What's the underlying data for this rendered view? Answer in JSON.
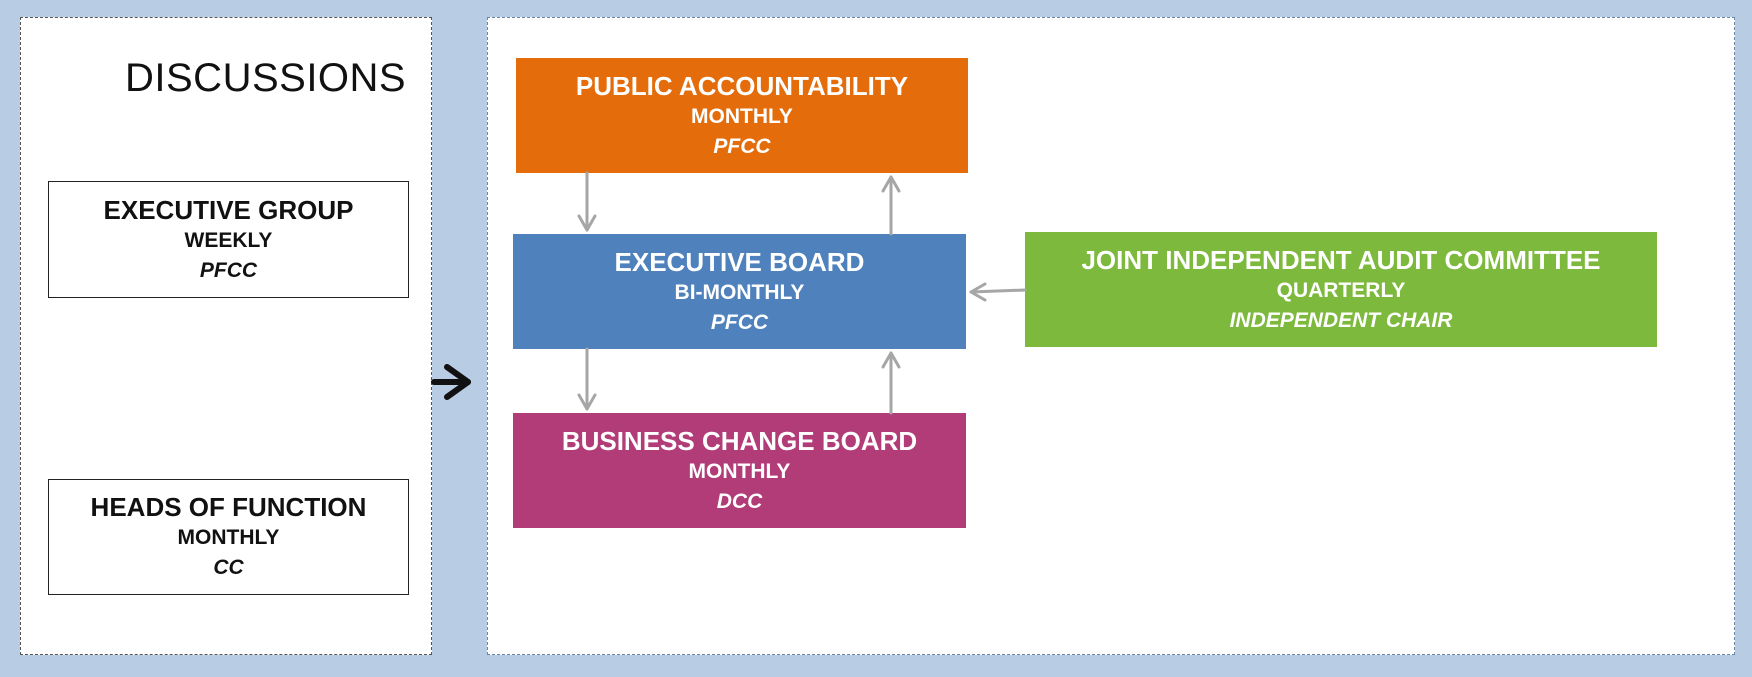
{
  "discussions": {
    "title": "DISCUSSIONS",
    "boxes": [
      {
        "title": "EXECUTIVE GROUP",
        "frequency": "WEEKLY",
        "chair": "PFCC"
      },
      {
        "title": "HEADS OF FUNCTION",
        "frequency": "MONTHLY",
        "chair": "CC"
      }
    ]
  },
  "boards": {
    "public_accountability": {
      "title": "PUBLIC ACCOUNTABILITY",
      "frequency": "MONTHLY",
      "chair": "PFCC",
      "color": "#e46c0a"
    },
    "executive_board": {
      "title": "EXECUTIVE BOARD",
      "frequency": "BI-MONTHLY",
      "chair": "PFCC",
      "color": "#4f81bd"
    },
    "business_change_board": {
      "title": "BUSINESS CHANGE BOARD",
      "frequency": "MONTHLY",
      "chair": "DCC",
      "color": "#b13c78"
    },
    "audit_committee": {
      "title": "JOINT INDEPENDENT AUDIT COMMITTEE",
      "frequency": "QUARTERLY",
      "chair": "INDEPENDENT CHAIR",
      "color": "#7cb93d"
    }
  },
  "colors": {
    "background": "#b8cce4",
    "connector": "#a6a6a6",
    "main_arrow": "#111111"
  }
}
